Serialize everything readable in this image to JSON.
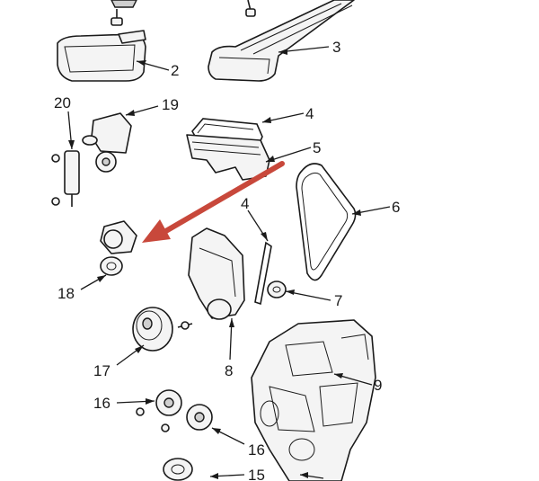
{
  "diagram": {
    "callouts": [
      "2",
      "3",
      "4",
      "5",
      "6",
      "4",
      "7",
      "8",
      "9",
      "20",
      "19",
      "18",
      "17",
      "16",
      "16",
      "15"
    ],
    "highlight_color": "#c8483b"
  }
}
